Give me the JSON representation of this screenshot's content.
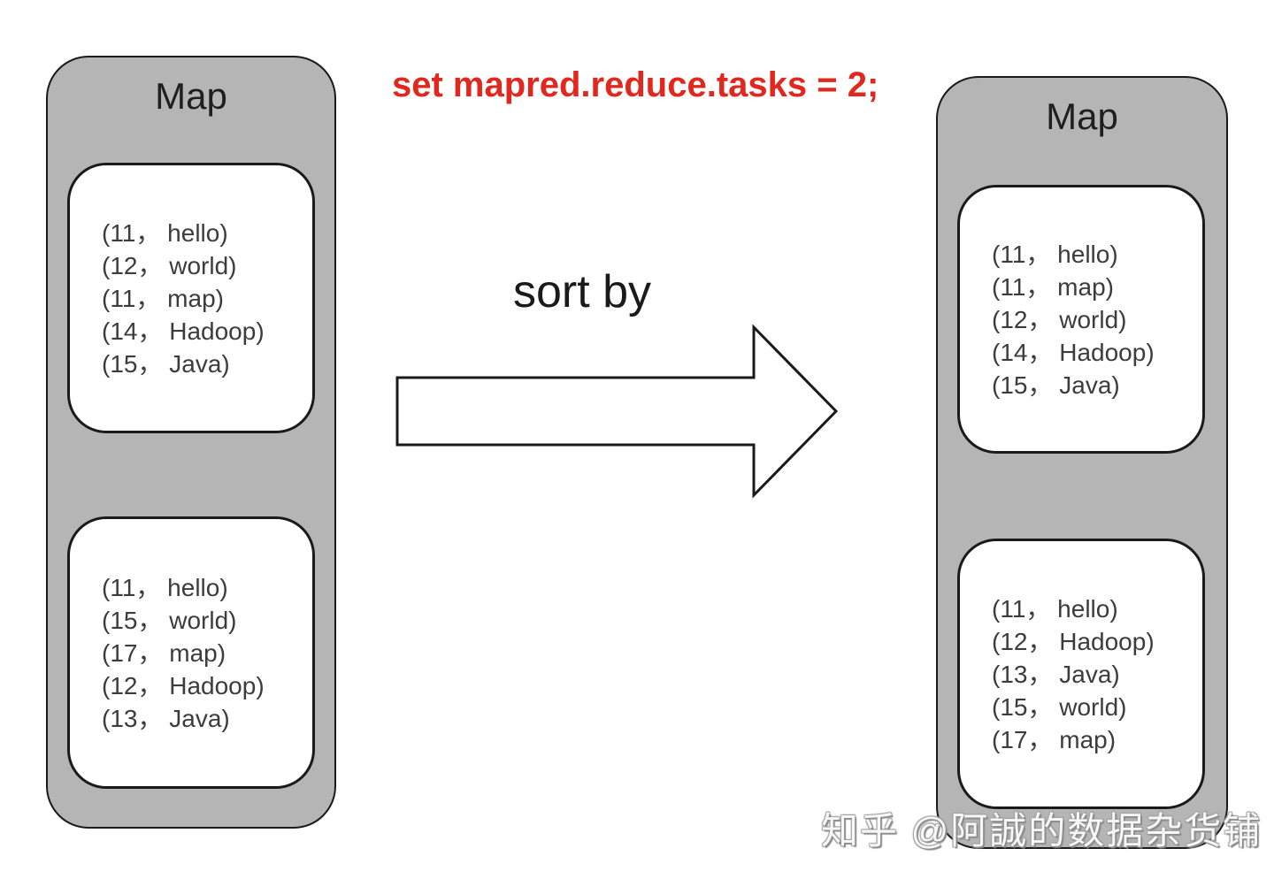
{
  "config_note": "set mapred.reduce.tasks = 2;",
  "operation_label": "sort by",
  "left_map": {
    "title": "Map",
    "partition1": [
      "(11， hello)",
      "(12， world)",
      "(11， map)",
      "(14， Hadoop)",
      "(15， Java)"
    ],
    "partition2": [
      "(11， hello)",
      "(15， world)",
      "(17， map)",
      "(12， Hadoop)",
      "(13， Java)"
    ]
  },
  "right_map": {
    "title": "Map",
    "partition1": [
      "(11， hello)",
      "(11， map)",
      "(12， world)",
      "(14， Hadoop)",
      "(15， Java)"
    ],
    "partition2": [
      "(11， hello)",
      "(12， Hadoop)",
      "(13， Java)",
      "(15， world)",
      "(17， map)"
    ]
  },
  "watermark": "知乎 @阿誠的数据杂货铺",
  "colors": {
    "container_gray": "#b5b5b5",
    "box_border": "#1a1a1a",
    "accent_red": "#e0281e",
    "watermark_shadow_gray": "#8c8c8c"
  },
  "icons": {
    "arrow": "right-arrow-icon"
  }
}
